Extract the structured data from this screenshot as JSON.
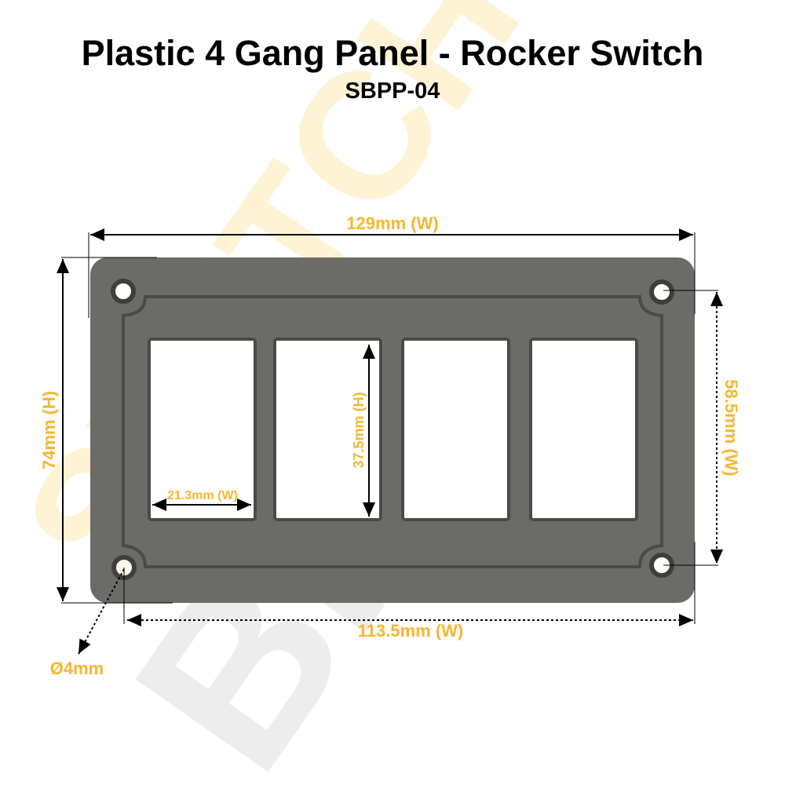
{
  "header": {
    "title": "Plastic 4 Gang Panel - Rocker Switch",
    "model": "SBPP-04"
  },
  "dimensions": {
    "overall_width": "129mm (W)",
    "overall_height": "74mm (H)",
    "hole_spacing_width": "113.5mm (W)",
    "hole_spacing_height": "58.5mm (W)",
    "cutout_width": "21.3mm (W)",
    "cutout_height": "37.5mm (H)",
    "hole_diameter": "Ø4mm"
  },
  "watermark": {
    "word1": "SWITCH",
    "word2": "BITS"
  },
  "colors": {
    "accent": "#f5b731",
    "panel": "#6b6b67",
    "watermark_yellow": "#fff3d6",
    "watermark_gray": "#ededed"
  }
}
